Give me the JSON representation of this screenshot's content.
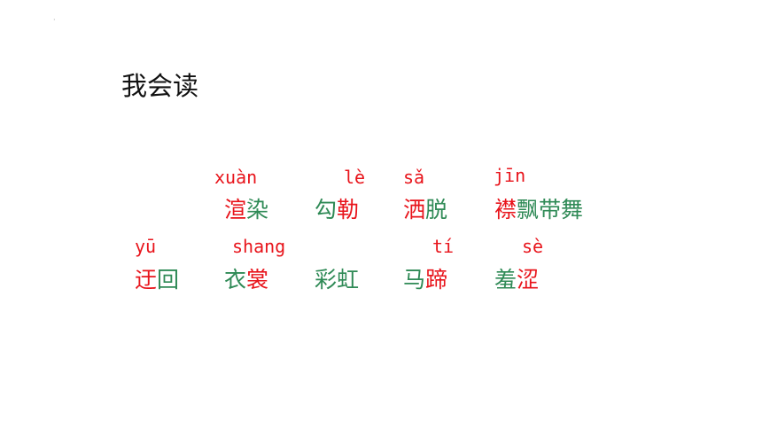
{
  "page": {
    "dot": "·",
    "title": "我会读"
  },
  "row1": {
    "pinyin": [
      "xuàn",
      "lè",
      "sǎ",
      "jīn"
    ],
    "words": [
      {
        "a": "渲",
        "b": "染"
      },
      {
        "a": "勾",
        "b": "勒"
      },
      {
        "a": "洒",
        "b": "脱"
      },
      {
        "a": "襟",
        "b": "飘带舞"
      }
    ]
  },
  "row2": {
    "pinyin": [
      "yū",
      "shang",
      "tí",
      "sè"
    ],
    "words": [
      {
        "a": "迂",
        "b": "回"
      },
      {
        "a": "衣",
        "b": "裳"
      },
      {
        "a": "彩",
        "b": "虹"
      },
      {
        "a": "马",
        "b": "蹄"
      },
      {
        "a": "羞",
        "b": "涩"
      }
    ]
  },
  "colors": {
    "accent": "#e8141b",
    "green": "#2f8a56",
    "text": "#111111"
  }
}
